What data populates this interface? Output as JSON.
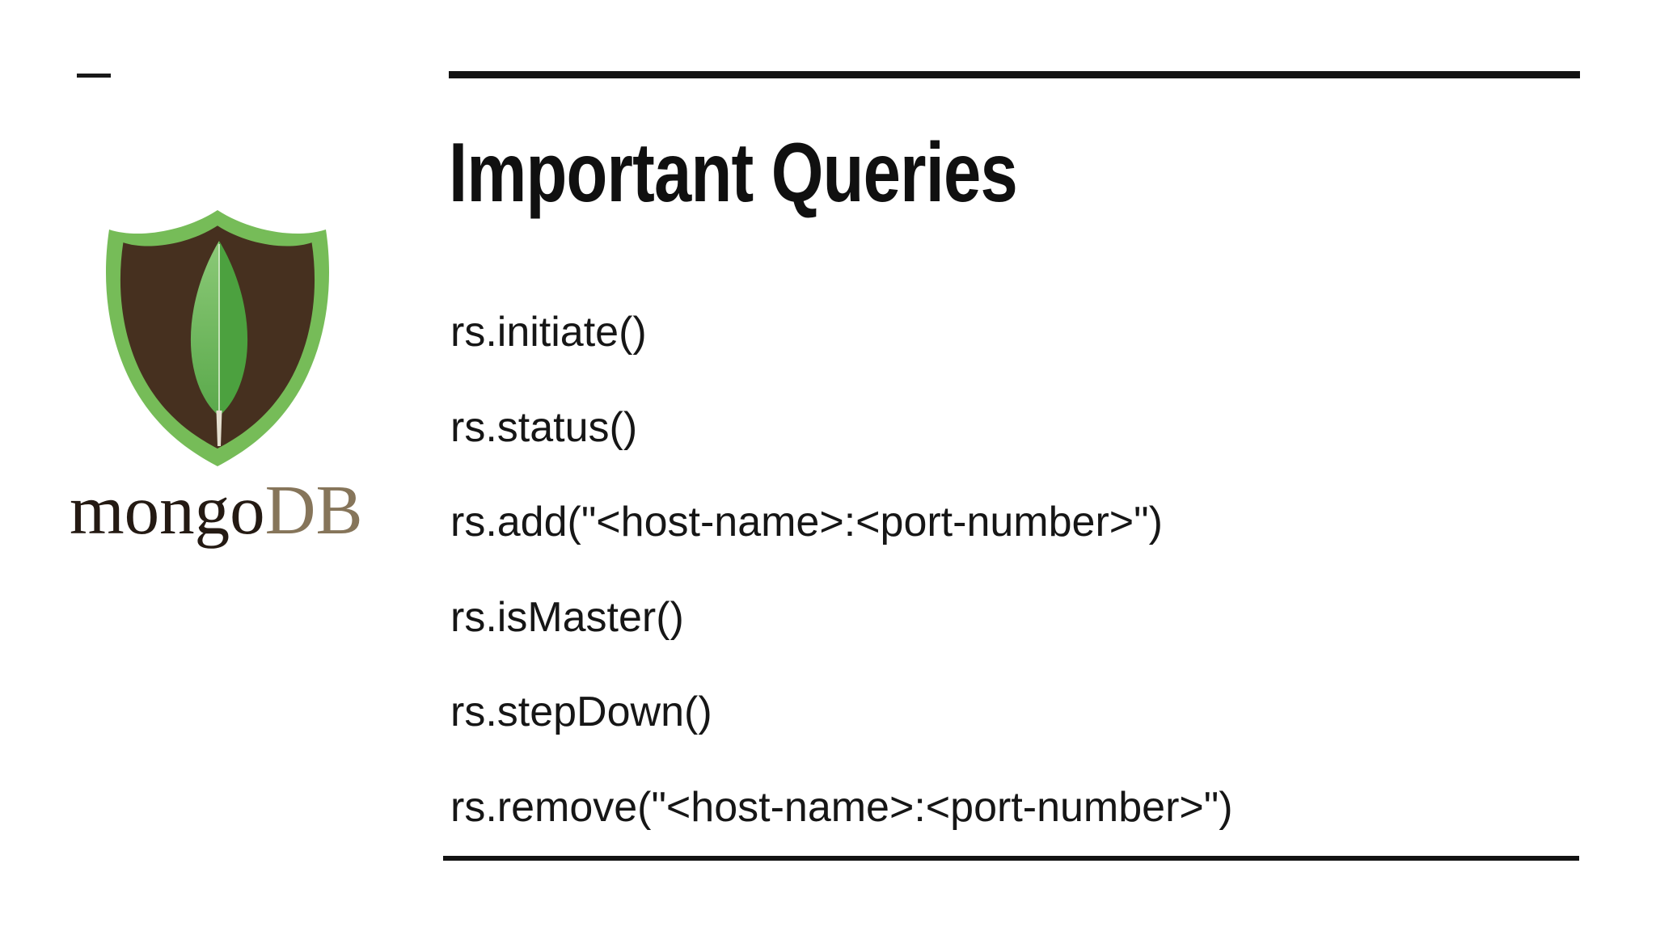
{
  "slide": {
    "title": "Important Queries",
    "queries": [
      "rs.initiate()",
      "rs.status()",
      "rs.add(\"<host-name>:<port-number>\")",
      "rs.isMaster()",
      "rs.stepDown()",
      "rs.remove(\"<host-name>:<port-number>\")"
    ]
  },
  "logo": {
    "icon": "mongodb-leaf-shield-icon",
    "text_primary": "mongo",
    "text_secondary": "DB"
  },
  "colors": {
    "background": "#ffffff",
    "text": "#161616",
    "rule": "#131313",
    "shield_green": "#76bc58",
    "shield_brown": "#46301f",
    "leaf_left_top": "#8bc977",
    "leaf_left_bottom": "#5aa94b",
    "leaf_right": "#4ca13f",
    "leaf_vein": "#d6ecca",
    "leaf_stem": "#e4dfd0",
    "wordmark_mongo": "#241a13",
    "wordmark_db": "#86755a"
  }
}
